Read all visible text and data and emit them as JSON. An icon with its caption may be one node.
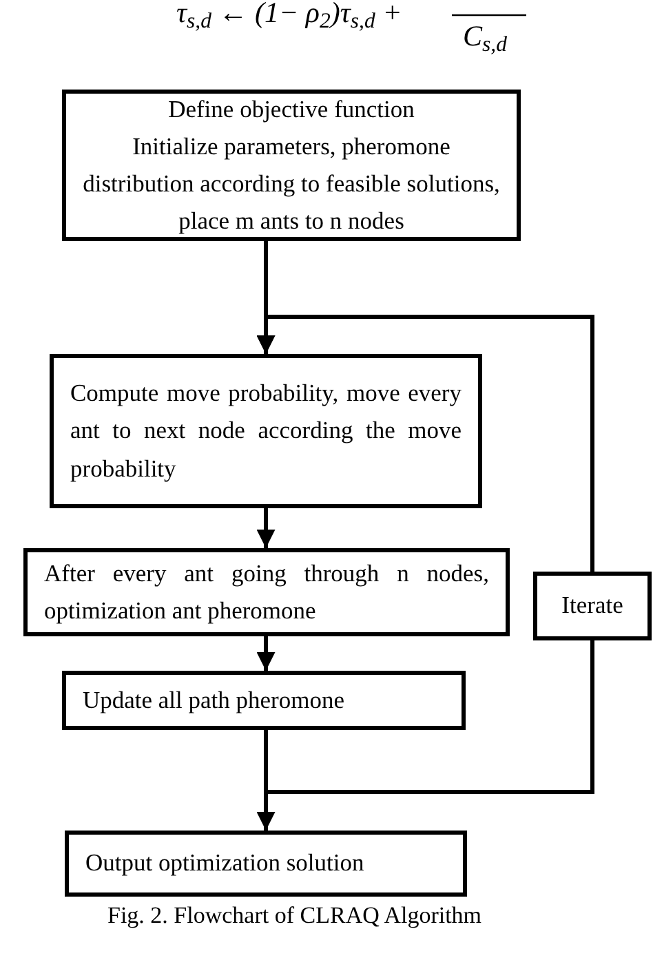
{
  "diagram": {
    "caption": "Fig. 2.  Flowchart of CLRAQ Algorithm",
    "nodes": [
      {
        "text": [
          "Define objective function",
          "Initialize parameters, pheromone distribution according to feasible solutions, place m ants to n nodes"
        ]
      },
      {
        "text": [
          "Compute move probability, move every ant to next node according the move probability"
        ]
      },
      {
        "text": [
          "After every ant going through n nodes, optimization ant pheromone"
        ]
      },
      {
        "text": [
          "Update all path pheromone"
        ]
      },
      {
        "text": [
          "Output optimization solution"
        ]
      },
      {
        "text": [
          "Iterate"
        ]
      }
    ],
    "edges": [
      {
        "from": 0,
        "to": 1,
        "arrow": "to"
      },
      {
        "from": 1,
        "to": 2,
        "arrow": "to"
      },
      {
        "from": 2,
        "to": 3,
        "arrow": "to"
      },
      {
        "from": 3,
        "to": 4,
        "arrow": "to"
      },
      {
        "from": 3,
        "to": 5,
        "arrow": "none"
      },
      {
        "from": 5,
        "to": 1,
        "arrow": "to"
      }
    ],
    "labels": [
      "τ$_{s,d}$ ← (1− ρ$_{2}$)τ$_{s,d}$ +",
      "C$_{s,d}$"
    ]
  }
}
